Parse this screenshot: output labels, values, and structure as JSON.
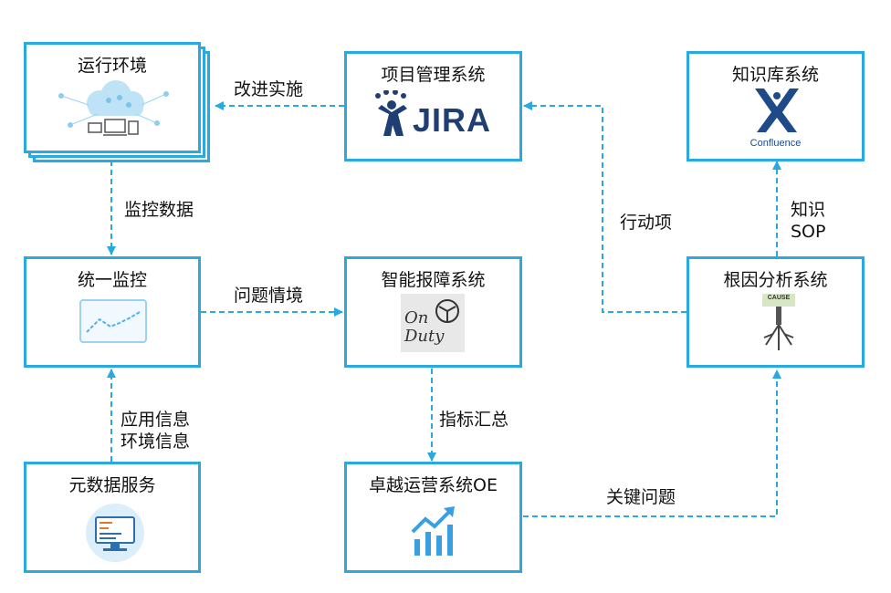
{
  "nodes": {
    "runtime": "运行环境",
    "jira_system": "项目管理系统",
    "jira_logo": "JIRA",
    "knowledge": "知识库系统",
    "confluence_logo": "Confluence",
    "monitor": "统一监控",
    "alarm": "智能报障系统",
    "onduty_logo_1": "On",
    "onduty_logo_2": "Duty",
    "rootcause": "根因分析系统",
    "rootcause_logo": "CAUSE",
    "metadata": "元数据服务",
    "oe": "卓越运营系统OE"
  },
  "edges": {
    "improve": "改进实施",
    "monitor_data": "监控数据",
    "problem_context": "问题情境",
    "action_items": "行动项",
    "knowledge_sop_1": "知识",
    "knowledge_sop_2": "SOP",
    "app_info": "应用信息",
    "env_info": "环境信息",
    "metric_summary": "指标汇总",
    "key_issues": "关键问题"
  },
  "colors": {
    "border": "#29a9e1",
    "arrow": "#29a9e1",
    "text": "#111111"
  }
}
